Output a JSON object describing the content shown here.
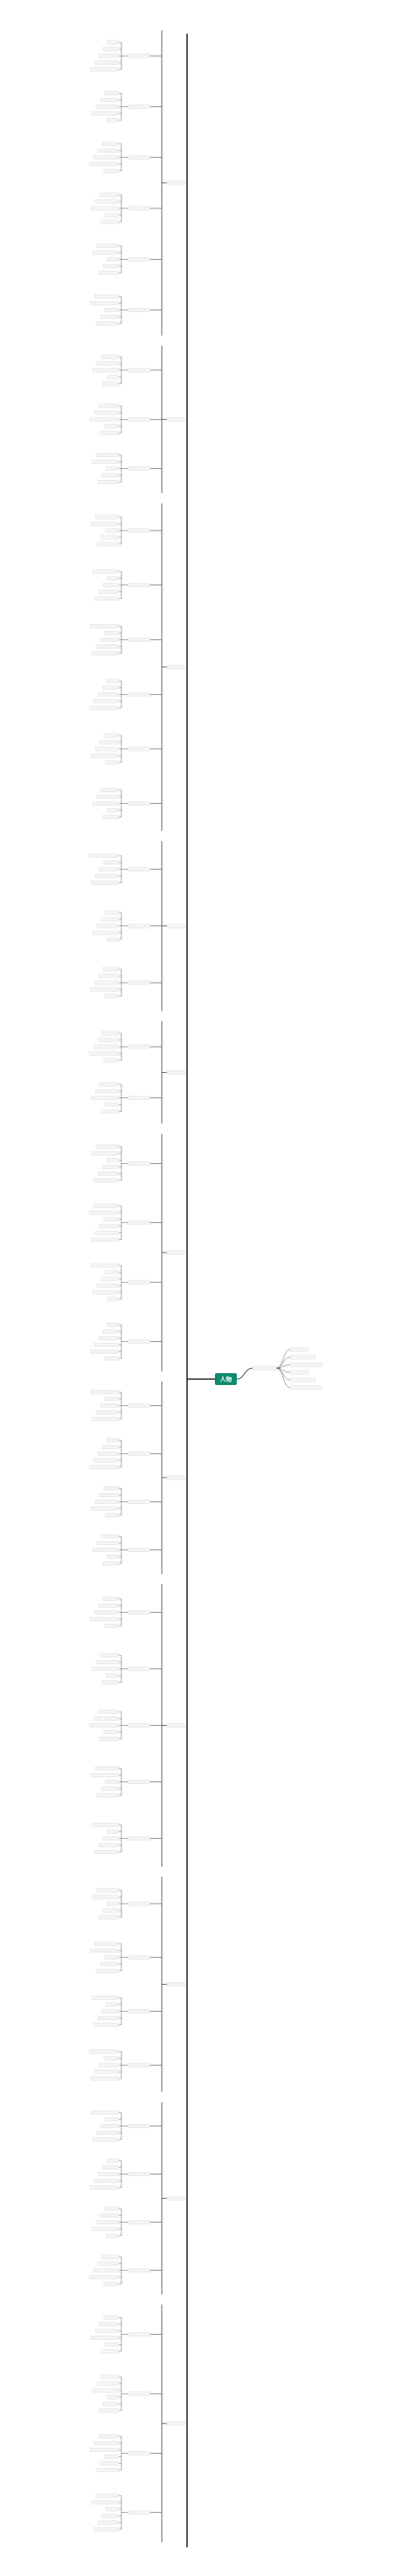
{
  "root": {
    "label": "人物",
    "color": "#0a8a6e"
  },
  "right_branch": {
    "label": "",
    "items": [
      "",
      "",
      "",
      "",
      "",
      ""
    ]
  },
  "left_groups": [
    {
      "label": "",
      "leaves": 28
    },
    {
      "label": "",
      "leaves": 14
    },
    {
      "label": "",
      "leaves": 30
    },
    {
      "label": "",
      "leaves": 16
    },
    {
      "label": "",
      "leaves": 10
    },
    {
      "label": "",
      "leaves": 22
    },
    {
      "label": "",
      "leaves": 18
    },
    {
      "label": "",
      "leaves": 26
    },
    {
      "label": "",
      "leaves": 20
    },
    {
      "label": "",
      "leaves": 18
    },
    {
      "label": "",
      "leaves": 22
    }
  ],
  "watermark": "",
  "colors": {
    "line": "#222222",
    "node": "#ffffff",
    "accent": "#0a8a6e"
  }
}
